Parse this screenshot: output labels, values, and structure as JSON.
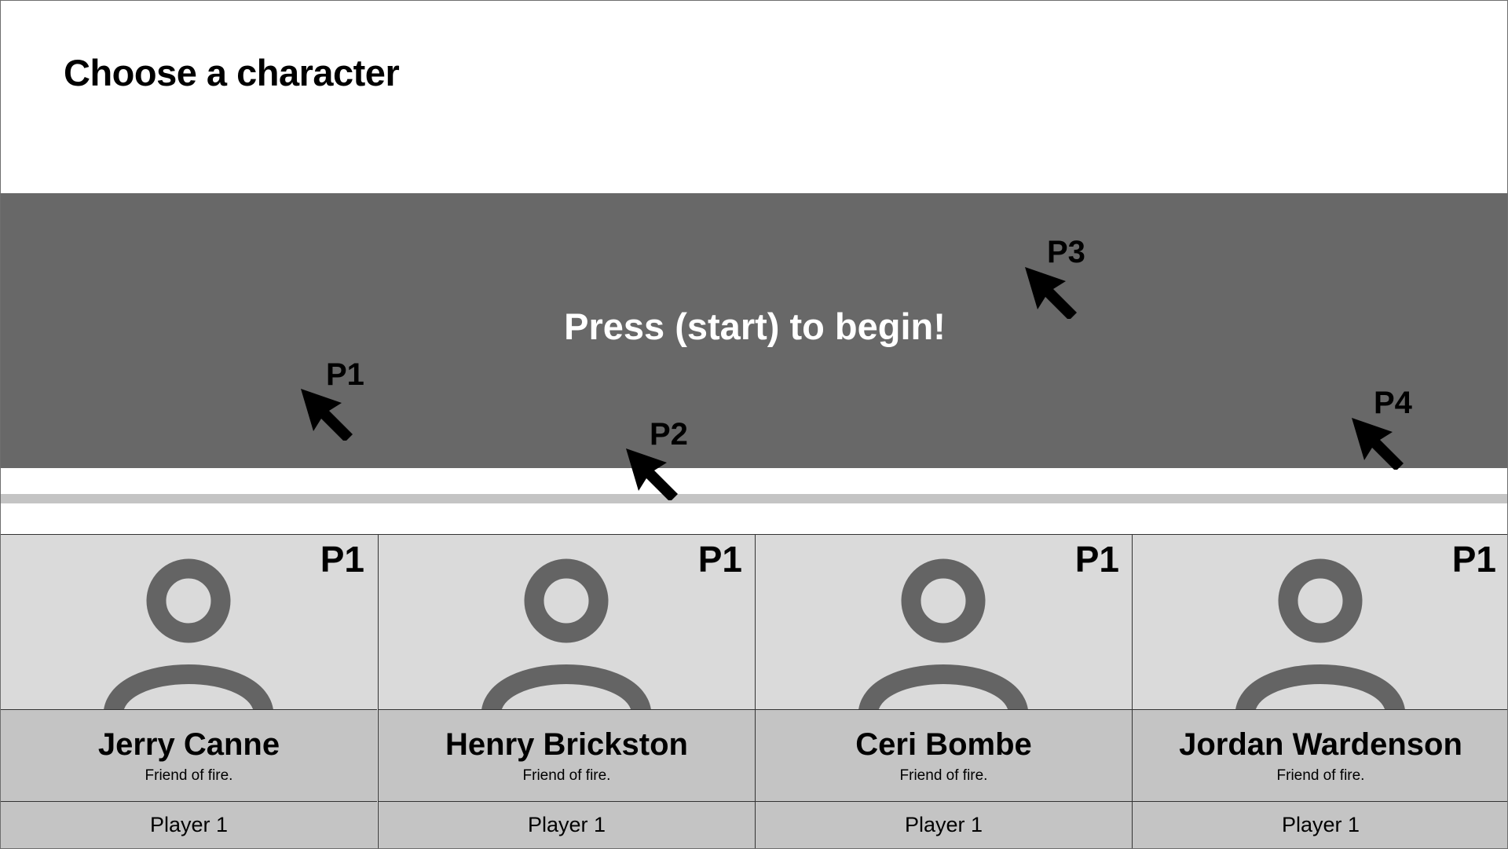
{
  "title": "Choose a character",
  "banner": {
    "message": "Press (start) to begin!"
  },
  "cursors": [
    {
      "label": "P1"
    },
    {
      "label": "P2"
    },
    {
      "label": "P3"
    },
    {
      "label": "P4"
    }
  ],
  "characters": [
    {
      "name": "Jerry Canne",
      "description": "Friend of fire.",
      "slot_badge": "P1",
      "player": "Player 1"
    },
    {
      "name": "Henry Brickston",
      "description": "Friend of fire.",
      "slot_badge": "P1",
      "player": "Player 1"
    },
    {
      "name": "Ceri Bombe",
      "description": "Friend of fire.",
      "slot_badge": "P1",
      "player": "Player 1"
    },
    {
      "name": "Jordan Wardenson",
      "description": "Friend of fire.",
      "slot_badge": "P1",
      "player": "Player 1"
    }
  ],
  "icons": {
    "cursor": "arrow-cursor-icon",
    "avatar": "person-silhouette-icon"
  },
  "colors": {
    "banner": "#686868",
    "card_portrait": "#dadada",
    "card_info": "#c4c4c4",
    "avatar": "#646464",
    "cursor": "#000000"
  }
}
